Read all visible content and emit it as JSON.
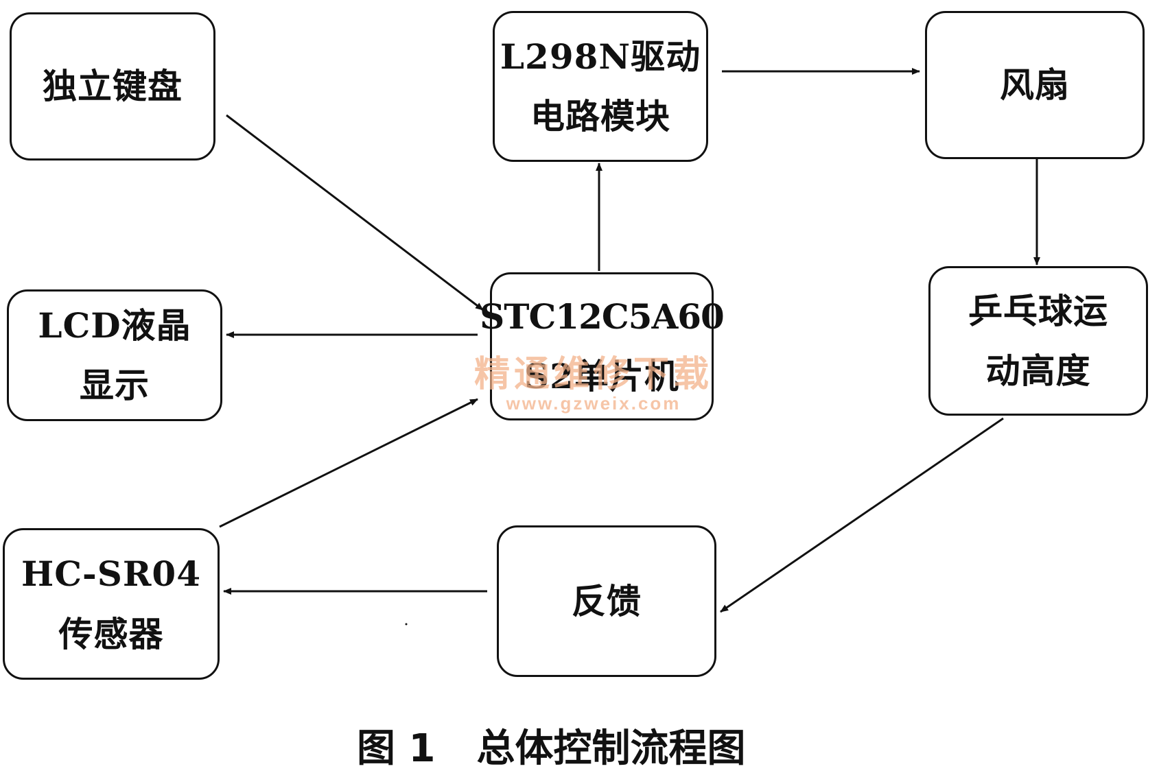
{
  "nodes": {
    "keyboard": {
      "lines": [
        "独立键盘"
      ]
    },
    "driver": {
      "lines": [
        "L298N驱动",
        "电路模块"
      ]
    },
    "fan": {
      "lines": [
        "风扇"
      ]
    },
    "lcd": {
      "lines": [
        "LCD液晶",
        "显示"
      ]
    },
    "mcu": {
      "lines": [
        "STC12C5A60",
        "S2单片机"
      ]
    },
    "height": {
      "lines": [
        "乒乓球运",
        "动高度"
      ]
    },
    "sensor": {
      "lines": [
        "HC-SR04",
        "传感器"
      ]
    },
    "feedback": {
      "lines": [
        "反馈"
      ]
    }
  },
  "edges": [
    {
      "from": "keyboard",
      "to": "mcu"
    },
    {
      "from": "mcu",
      "to": "driver"
    },
    {
      "from": "driver",
      "to": "fan"
    },
    {
      "from": "fan",
      "to": "height"
    },
    {
      "from": "mcu",
      "to": "lcd"
    },
    {
      "from": "sensor",
      "to": "mcu"
    },
    {
      "from": "height",
      "to": "feedback"
    },
    {
      "from": "feedback",
      "to": "sensor"
    }
  ],
  "watermark": {
    "title": "精通维修下载",
    "url": "www.gzweix.com"
  },
  "caption": {
    "figure_number": "图 1",
    "title": "总体控制流程图"
  },
  "colors": {
    "ink": "#111111",
    "watermark": "#f3b28a"
  }
}
